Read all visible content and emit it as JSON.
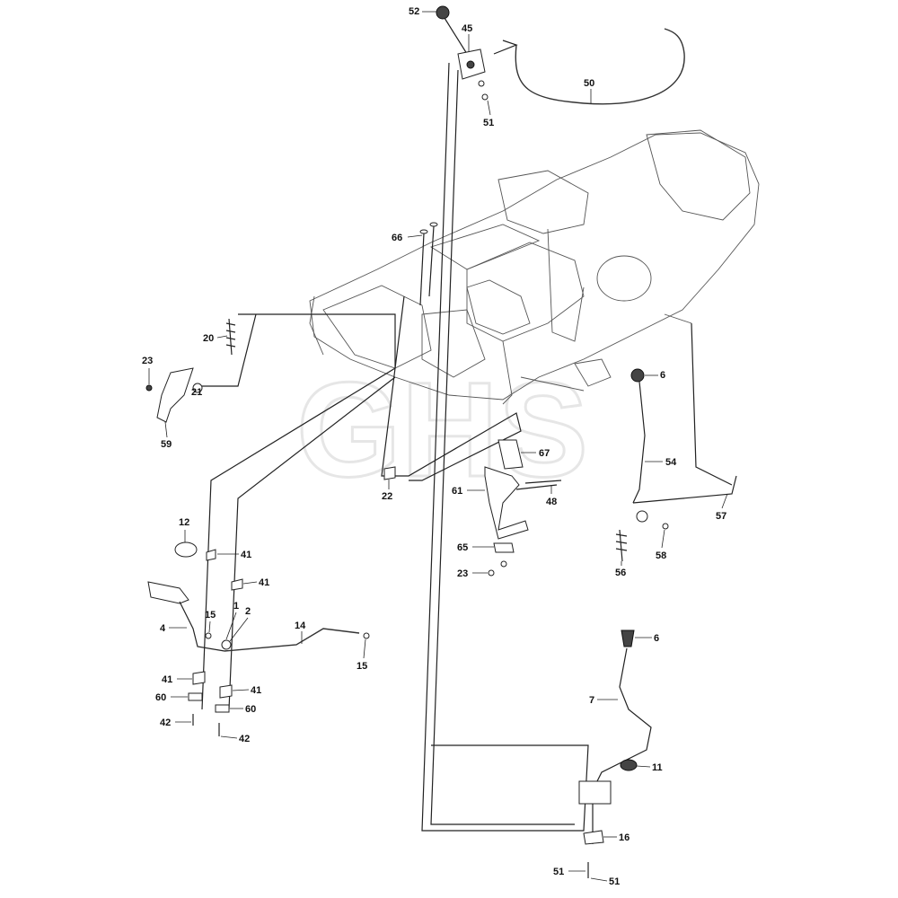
{
  "watermark": "GHS",
  "callouts": [
    {
      "label": "52"
    },
    {
      "label": "45"
    },
    {
      "label": "50"
    },
    {
      "label": "51"
    },
    {
      "label": "66"
    },
    {
      "label": "20"
    },
    {
      "label": "23"
    },
    {
      "label": "21"
    },
    {
      "label": "59"
    },
    {
      "label": "6"
    },
    {
      "label": "67"
    },
    {
      "label": "54"
    },
    {
      "label": "61"
    },
    {
      "label": "48"
    },
    {
      "label": "22"
    },
    {
      "label": "57"
    },
    {
      "label": "12"
    },
    {
      "label": "41"
    },
    {
      "label": "65"
    },
    {
      "label": "58"
    },
    {
      "label": "56"
    },
    {
      "label": "41"
    },
    {
      "label": "23"
    },
    {
      "label": "15"
    },
    {
      "label": "1"
    },
    {
      "label": "2"
    },
    {
      "label": "4"
    },
    {
      "label": "14"
    },
    {
      "label": "15"
    },
    {
      "label": "6"
    },
    {
      "label": "41"
    },
    {
      "label": "41"
    },
    {
      "label": "7"
    },
    {
      "label": "60"
    },
    {
      "label": "60"
    },
    {
      "label": "42"
    },
    {
      "label": "42"
    },
    {
      "label": "11"
    },
    {
      "label": "16"
    },
    {
      "label": "51"
    },
    {
      "label": "51"
    }
  ]
}
